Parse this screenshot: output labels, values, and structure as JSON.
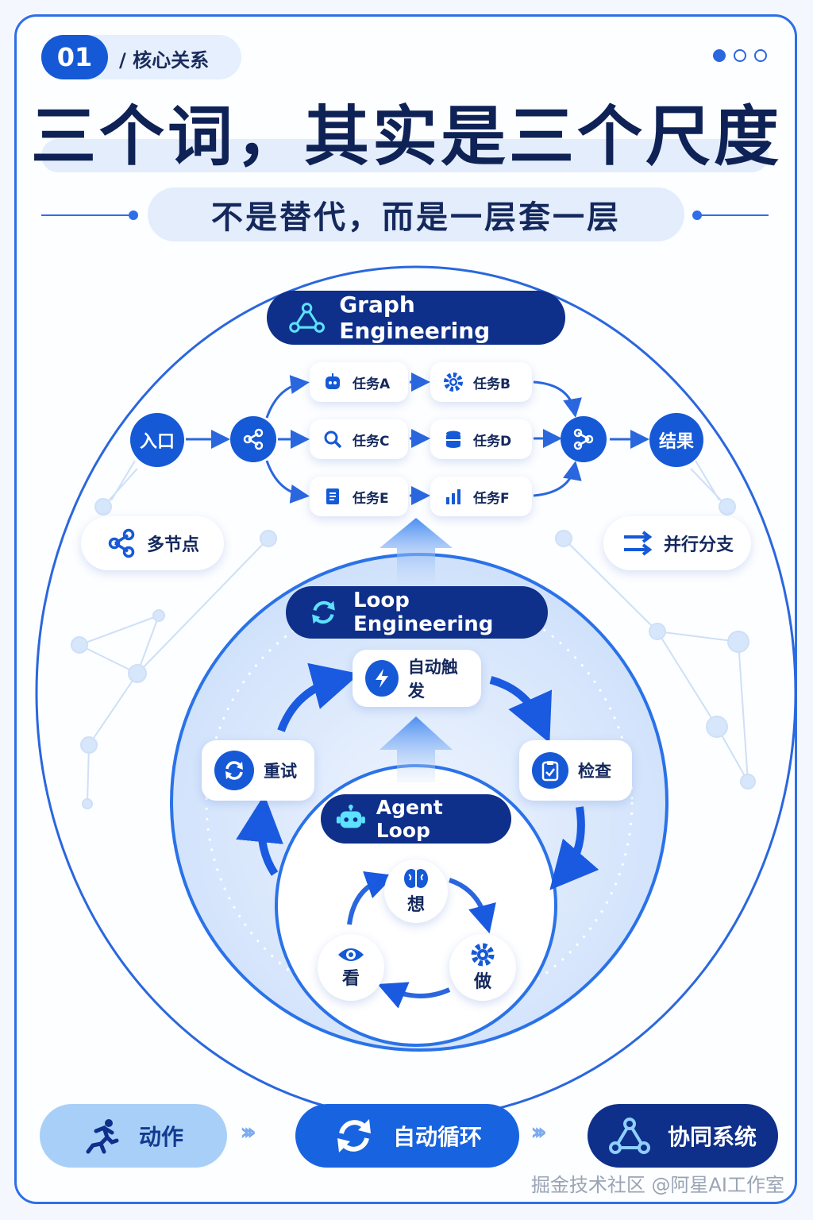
{
  "header": {
    "number": "01",
    "section": "/ 核心关系",
    "title": "三个词，其实是三个尺度",
    "subtitle": "不是替代，而是一层套一层"
  },
  "graph": {
    "title": "Graph Engineering",
    "entry": "入口",
    "result": "结果",
    "tasks": [
      "任务A",
      "任务B",
      "任务C",
      "任务D",
      "任务E",
      "任务F"
    ],
    "side_left": "多节点",
    "side_right": "并行分支"
  },
  "loop": {
    "title": "Loop Engineering",
    "trigger": "自动触发",
    "check": "检查",
    "retry": "重试"
  },
  "agent": {
    "title": "Agent Loop",
    "think": "想",
    "do": "做",
    "look": "看"
  },
  "bottom": {
    "action": "动作",
    "auto_loop": "自动循环",
    "system": "协同系统"
  },
  "watermark": "掘金技术社区 @阿星AI工作室",
  "colors": {
    "primary": "#1559d6",
    "navy": "#0e2f8a",
    "light": "#e3edfc"
  },
  "icons": [
    "robot-icon",
    "gear-icon",
    "search-icon",
    "database-icon",
    "document-icon",
    "bar-chart-icon",
    "share-icon",
    "merge-icon",
    "parallel-arrows-icon",
    "refresh-icon",
    "lightning-icon",
    "checklist-icon",
    "brain-icon",
    "eye-icon",
    "running-icon",
    "triangle-network-icon"
  ]
}
